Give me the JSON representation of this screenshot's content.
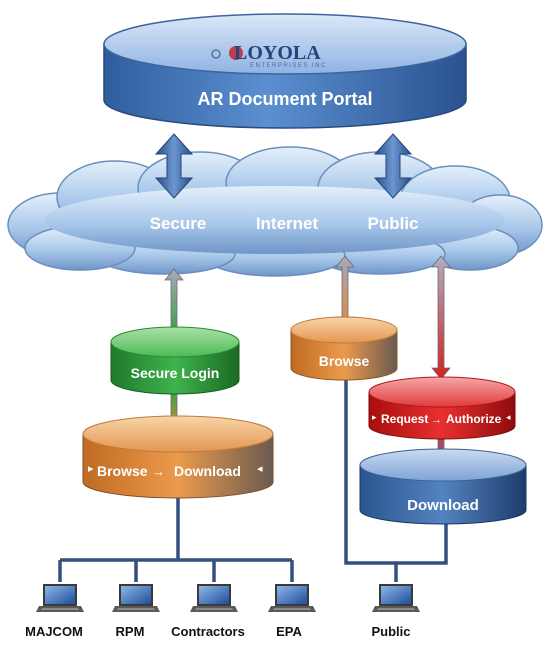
{
  "portal": {
    "logo_name": "LOYOLA",
    "logo_sub": "ENTERPRISES INC",
    "title": "AR Document Portal"
  },
  "cloud": {
    "secure": "Secure",
    "internet": "Internet",
    "public": "Public"
  },
  "nodes": {
    "secure_login": "Secure Login",
    "browse": "Browse",
    "request": "Request",
    "authorize": "Authorize",
    "browse2": "Browse",
    "download2": "Download",
    "download": "Download"
  },
  "users": [
    "MAJCOM",
    "RPM",
    "Contractors",
    "EPA",
    "Public"
  ],
  "colors": {
    "portal": "#4f7fc0",
    "cloud": "#b9d3ee",
    "secure_login": "#2e9a3c",
    "browse_orange": "#e08a3a",
    "request_red": "#d42020",
    "download_blue": "#3f6ea8",
    "connector": "#34507e"
  }
}
